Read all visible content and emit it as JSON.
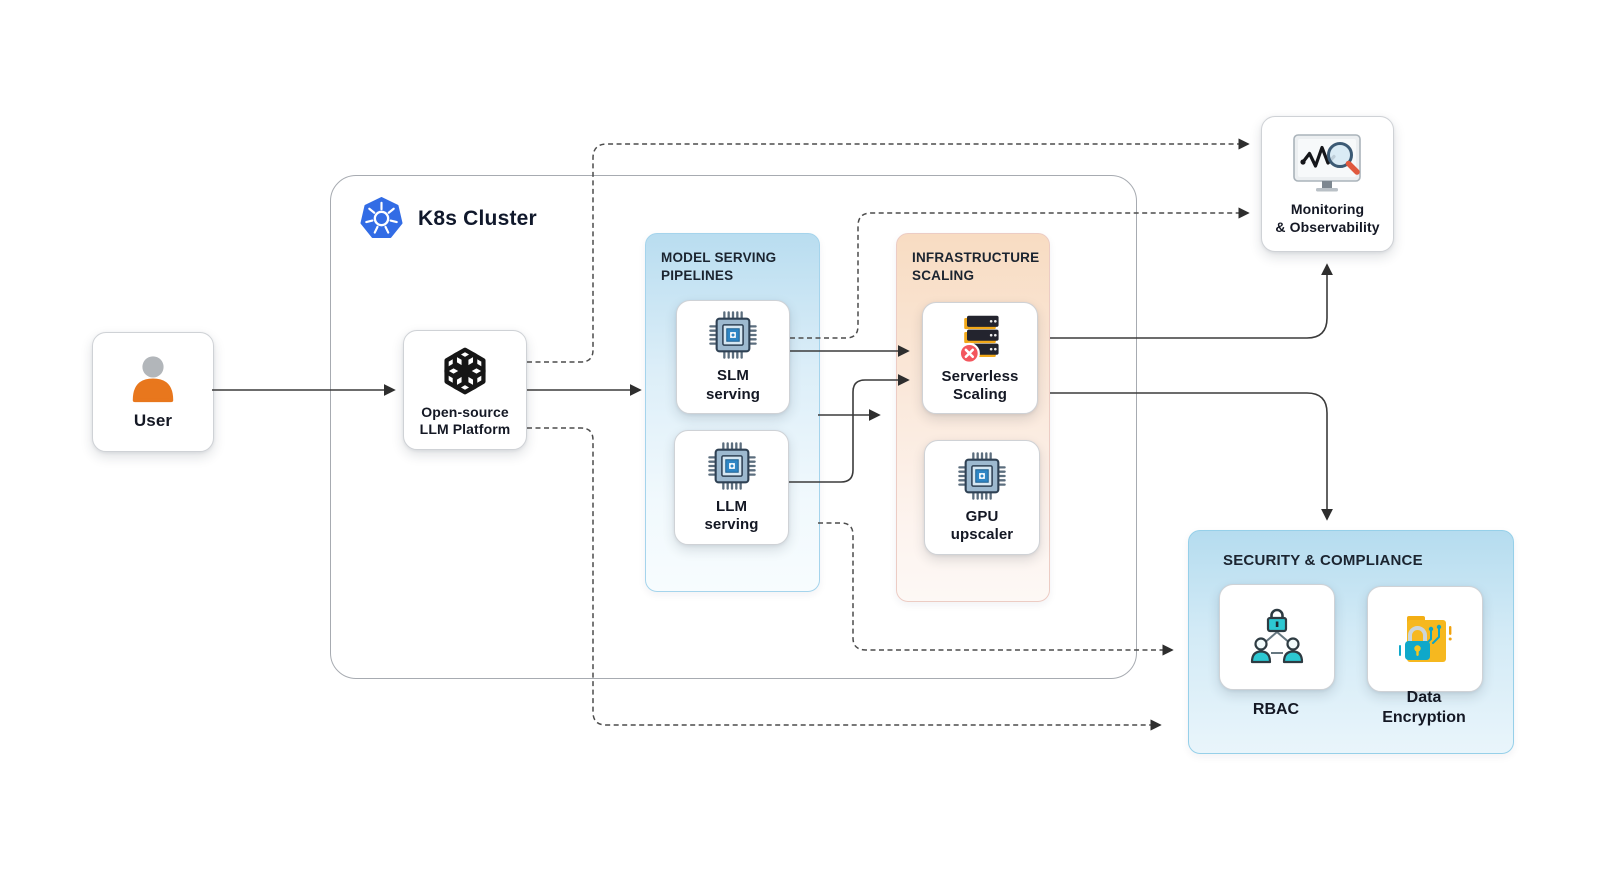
{
  "cluster": {
    "title": "K8s Cluster"
  },
  "sections": {
    "model_serving": {
      "title": "MODEL SERVING\nPIPELINES"
    },
    "infra_scaling": {
      "title": "INFRASTRUCTURE\nSCALING"
    },
    "security": {
      "title": "SECURITY & COMPLIANCE"
    }
  },
  "nodes": {
    "user": {
      "label": "User"
    },
    "platform": {
      "label": "Open-source\nLLM Platform"
    },
    "slm": {
      "label": "SLM\nserving"
    },
    "llm": {
      "label": "LLM\nserving"
    },
    "serverless": {
      "label": "Serverless\nScaling"
    },
    "gpu": {
      "label": "GPU\nupscaler"
    },
    "monitoring": {
      "label": "Monitoring\n& Observability"
    },
    "rbac": {
      "label": "RBAC"
    },
    "encryption": {
      "label": "Data\nEncryption"
    }
  },
  "edges": [
    {
      "from": "user",
      "to": "platform",
      "style": "solid"
    },
    {
      "from": "platform",
      "to": "model_serving",
      "style": "solid"
    },
    {
      "from": "slm_serving",
      "to": "serverless_scaling",
      "style": "solid"
    },
    {
      "from": "llm_serving",
      "to": "serverless_scaling",
      "style": "solid"
    },
    {
      "from": "model_serving",
      "to": "infra_scaling",
      "style": "solid"
    },
    {
      "from": "serverless_scaling",
      "to": "monitoring",
      "style": "solid"
    },
    {
      "from": "serverless_scaling",
      "to": "security",
      "style": "solid"
    },
    {
      "from": "platform",
      "to": "monitoring",
      "style": "dashed"
    },
    {
      "from": "slm_serving",
      "to": "monitoring",
      "style": "dashed"
    },
    {
      "from": "model_serving",
      "to": "security",
      "style": "dashed"
    },
    {
      "from": "platform",
      "to": "security",
      "style": "dashed"
    }
  ],
  "colors": {
    "k8s_blue": "#326ce5",
    "section_blue_top": "#b9ddf0",
    "section_orange_top": "#f8dcc2",
    "security_blue_top": "#b5dcef",
    "user_orange": "#e8771d",
    "teal": "#2dc8d2",
    "folder_yellow": "#f6b81f",
    "lock_teal": "#0fa8ca",
    "alert_red": "#f3575e",
    "arrow": "#3b3b3b"
  }
}
